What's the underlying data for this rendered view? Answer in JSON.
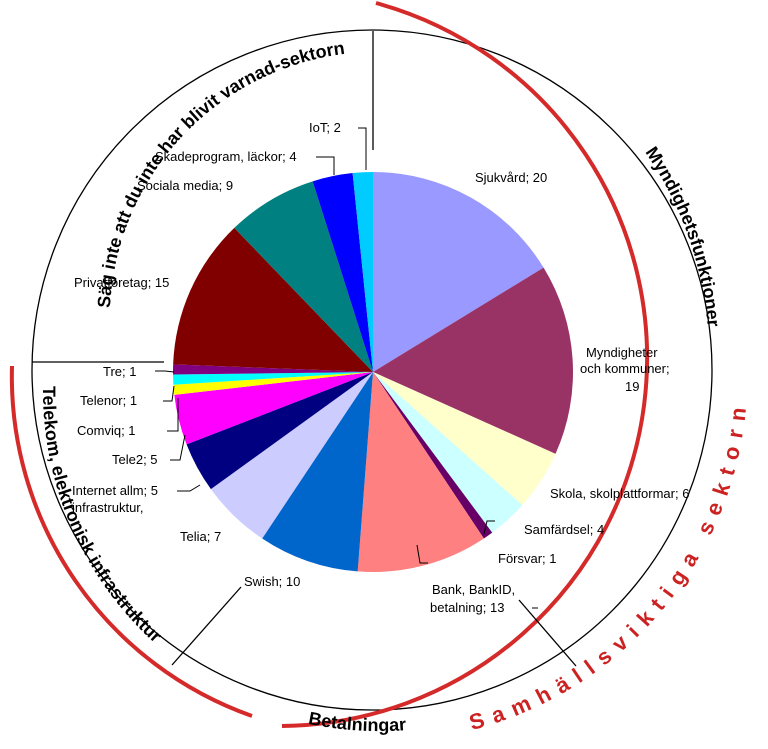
{
  "chart_data": {
    "type": "pie",
    "slices": [
      {
        "label": "Sjukvård; 20",
        "value": 20,
        "color": "#9999FF"
      },
      {
        "label": "Myndigheter och kommuner; 19",
        "value": 19,
        "color": "#993366"
      },
      {
        "label": "Skola, skolplattformar; 6",
        "value": 6,
        "color": "#FFFFCC"
      },
      {
        "label": "Samfärdsel; 4",
        "value": 4,
        "color": "#CCFFFF"
      },
      {
        "label": "Försvar; 1",
        "value": 1,
        "color": "#660066"
      },
      {
        "label": "Bank, BankID, betalning; 13",
        "value": 13,
        "color": "#FF8080"
      },
      {
        "label": "Swish; 10",
        "value": 10,
        "color": "#0066CC"
      },
      {
        "label": "Telia; 7",
        "value": 7,
        "color": "#CCCCFF"
      },
      {
        "label": "Internet allm; 5 infrastruktur,",
        "value": 5,
        "color": "#000080"
      },
      {
        "label": "Tele2; 5",
        "value": 5,
        "color": "#FF00FF"
      },
      {
        "label": "Comviq; 1",
        "value": 1,
        "color": "#FFFF00"
      },
      {
        "label": "Telenor; 1",
        "value": 1,
        "color": "#00FFFF"
      },
      {
        "label": "Tre; 1",
        "value": 1,
        "color": "#800080"
      },
      {
        "label": "Privatföretag; 15",
        "value": 15,
        "color": "#800000"
      },
      {
        "label": "Sociala media; 9",
        "value": 9,
        "color": "#008080"
      },
      {
        "label": "Skadeprogram, läckor; 4",
        "value": 4,
        "color": "#0000FF"
      },
      {
        "label": "IoT; 2",
        "value": 2,
        "color": "#00CCFF"
      }
    ],
    "sectors": [
      "Myndighetsfunktioner",
      "Betalningar",
      "Telekom, elektronisk infrastruktur",
      "Säg inte att du inte har blivit varnad-sektorn"
    ],
    "arc_title": "Samhällsviktiga sektorn"
  },
  "labels": {
    "sjukvard": "Sjukvård; 20",
    "myndigheter_1": "Myndigheter",
    "myndigheter_2": "och kommuner;",
    "myndigheter_3": "19",
    "skola": "Skola, skolplattformar; 6",
    "samfardsel": "Samfärdsel; 4",
    "forsvar": "Försvar; 1",
    "bank_1": "Bank, BankID,",
    "bank_2": "betalning; 13",
    "swish": "Swish; 10",
    "telia": "Telia; 7",
    "internet_1": "Internet   allm; 5",
    "internet_2": "infrastruktur,",
    "tele2": "Tele2; 5",
    "comviq": "Comviq; 1",
    "telenor": "Telenor; 1",
    "tre": "Tre; 1",
    "privat": "Privatföretag; 15",
    "sociala": "Sociala media; 9",
    "skadeprogram": "Skadeprogram, läckor; 4",
    "iot": "IoT; 2"
  }
}
